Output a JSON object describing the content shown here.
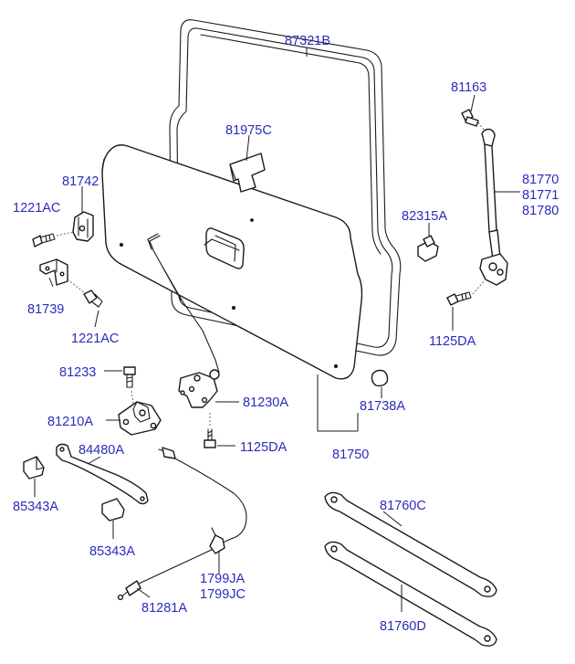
{
  "labels": {
    "p87321B": "87321B",
    "p81163": "81163",
    "p81975C": "81975C",
    "p81742": "81742",
    "p81770": "81770",
    "p81771": "81771",
    "p81780": "81780",
    "p1221AC_top": "1221AC",
    "p82315A": "82315A",
    "p81739": "81739",
    "p1221AC_bottom": "1221AC",
    "p1125DA_right": "1125DA",
    "p81233": "81233",
    "p81738A": "81738A",
    "p81230A": "81230A",
    "p81210A": "81210A",
    "p1125DA_mid": "1125DA",
    "p84480A": "84480A",
    "p81750": "81750",
    "p85343A_left": "85343A",
    "p81760C": "81760C",
    "p85343A_mid": "85343A",
    "p1799JA": "1799JA",
    "p1799JC": "1799JC",
    "p81281A": "81281A",
    "p81760D": "81760D"
  }
}
